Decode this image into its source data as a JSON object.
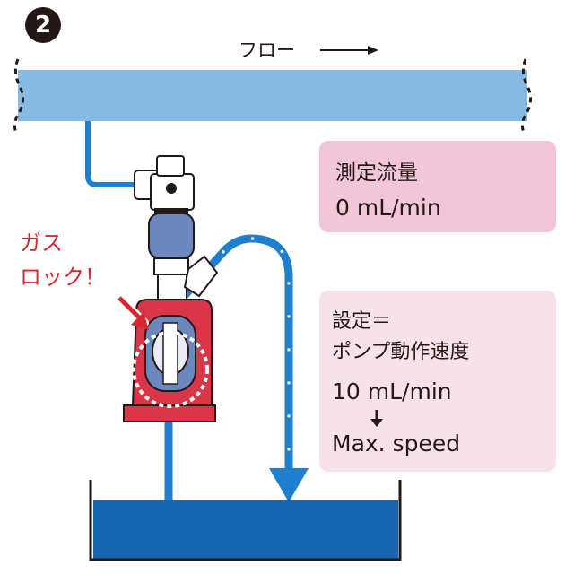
{
  "step": "2",
  "flow_label": "フロー",
  "alert": {
    "line1": "ガス",
    "line2": "ロック！"
  },
  "measured": {
    "title": "測定流量",
    "value": "0 mL/min"
  },
  "setting": {
    "line1": "設定＝",
    "line2": "ポンプ動作速度",
    "value": "10 mL/min",
    "max": "Max. speed"
  },
  "colors": {
    "pipe": "#86bbe6",
    "tube": "#1f7fcf",
    "tank_water": "#1565b0",
    "pump_red": "#d9364a",
    "pump_blue": "#6c88bf",
    "alert_text": "#d7282f",
    "measured_box": "#f2c6d8",
    "setting_box": "#f9e1ea"
  }
}
